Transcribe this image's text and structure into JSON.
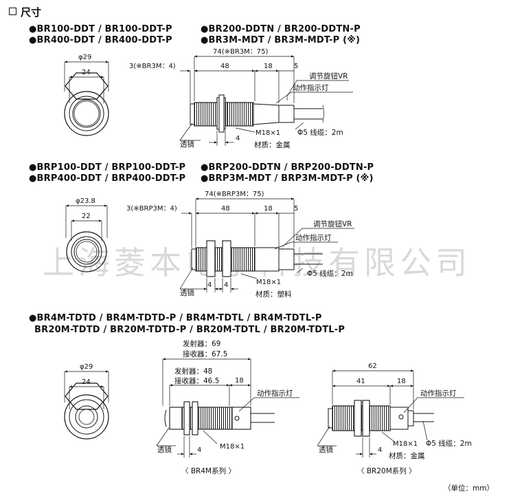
{
  "page": {
    "title": "尺寸",
    "unit_note": "（单位：mm）",
    "watermark": "上海菱本电子科技有限公司"
  },
  "section1": {
    "model_line1a": "●BR100-DDT / BR100-DDT-P",
    "model_line1b": "●BR200-DDTN / BR200-DDTN-P",
    "model_line2a": "●BR400-DDT / BR400-DDT-P",
    "model_line2b": "●BR3M-MDT / BR3M-MDT-P (※)",
    "dia_outer": "φ29",
    "dia_inner": "24",
    "total_len": "74(※BR3M：75)",
    "front_len": "3(※BR3M：4)",
    "body_len": "48",
    "rear_len": "18",
    "cable_len": "5",
    "vr_label": "调节旋钮VR",
    "led_label": "动作指示灯",
    "thread": "M18×1",
    "nut": "4",
    "cable": "Φ5 线缆：2m",
    "lens": "透镜",
    "material": "材质：金属"
  },
  "section2": {
    "model_line1a": "●BRP100-DDT / BRP100-DDT-P",
    "model_line1b": "●BRP200-DDTN / BRP200-DDTN-P",
    "model_line2a": "●BRP400-DDT / BRP400-DDT-P",
    "model_line2b": "●BRP3M-MDT / BRP3M-MDT-P (※)",
    "dia_outer": "φ23.8",
    "dia_inner": "22",
    "total_len": "74(※BRP3M：75)",
    "front_len": "3(※BRP3M：4)",
    "body_len": "48",
    "rear_len": "18",
    "cable_len": "5",
    "vr_label": "调节旋钮VR",
    "led_label": "动作指示灯",
    "thread": "M18×1",
    "nut_a": "4",
    "nut_b": "4",
    "cable": "Φ5 线缆：2m",
    "lens": "透镜",
    "material": "材质：塑料"
  },
  "section3": {
    "model_line1": "●BR4M-TDTD / BR4M-TDTD-P / BR4M-TDTL / BR4M-TDTL-P",
    "model_line2": "BR20M-TDTD / BR20M-TDTD-P / BR20M-TDTL / BR20M-TDTL-P",
    "dia_outer": "φ29",
    "dia_inner": "24",
    "br4m": {
      "emitter_total": "发射器：69",
      "receiver_total": "接收器：67.5",
      "emitter_body": "发射器：48",
      "receiver_body": "接收器：46.5",
      "rear_len": "18",
      "led_label": "动作指示灯",
      "lens": "透镜",
      "nut": "4",
      "thread": "M18×1",
      "caption": "〈 BR4M系列 〉"
    },
    "br20m": {
      "total_len": "62",
      "body_len": "41",
      "rear_len": "18",
      "led_label": "动作指示灯",
      "lens": "透镜",
      "nut": "4",
      "thread": "M18×1",
      "cable": "Φ5 线缆：2m",
      "material": "材质：金属",
      "caption": "〈 BR20M系列 〉"
    }
  }
}
